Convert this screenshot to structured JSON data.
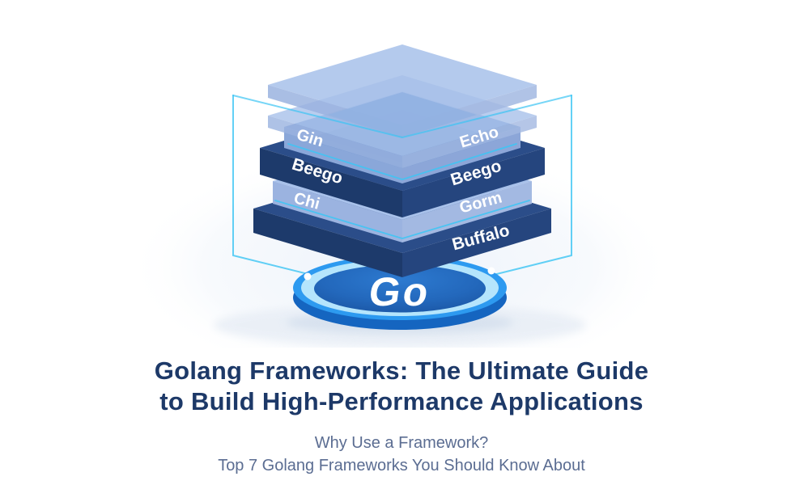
{
  "illustration": {
    "platform_label": "Go",
    "labels": {
      "gin": "Gin",
      "echo": "Echo",
      "beego_left": "Beego",
      "beego_right": "Beego",
      "chi": "Chi",
      "gorm": "Gorm",
      "buffalo": "Buffalo"
    },
    "colors": {
      "light_top": "#a8c1ea",
      "light_face_left": "#9bb3e0",
      "light_face_right": "#a3b9e2",
      "light_inner": "#8fb0e2",
      "medium_top": "#7fa2d6",
      "medium_face_left": "#8aa7d9",
      "medium_face_right": "#8ca6d8",
      "core": "#6a92cc",
      "dark_top": "#2b4d89",
      "dark_face_left": "#1d3a6b",
      "dark_face_right": "#25457e",
      "wireframe": "#3cc5f4",
      "disc_edge": "#2d9af0",
      "disc_ring": "#b5e5fc",
      "disc_side": "#1565c0"
    }
  },
  "heading": {
    "line1": "Golang Frameworks: The Ultimate Guide",
    "line2": "to Build High-Performance Applications",
    "color": "#1d3968"
  },
  "subheading": {
    "line1": "Why Use a Framework?",
    "line2": "Top 7 Golang Frameworks You Should Know About",
    "color": "#5b6d92"
  }
}
